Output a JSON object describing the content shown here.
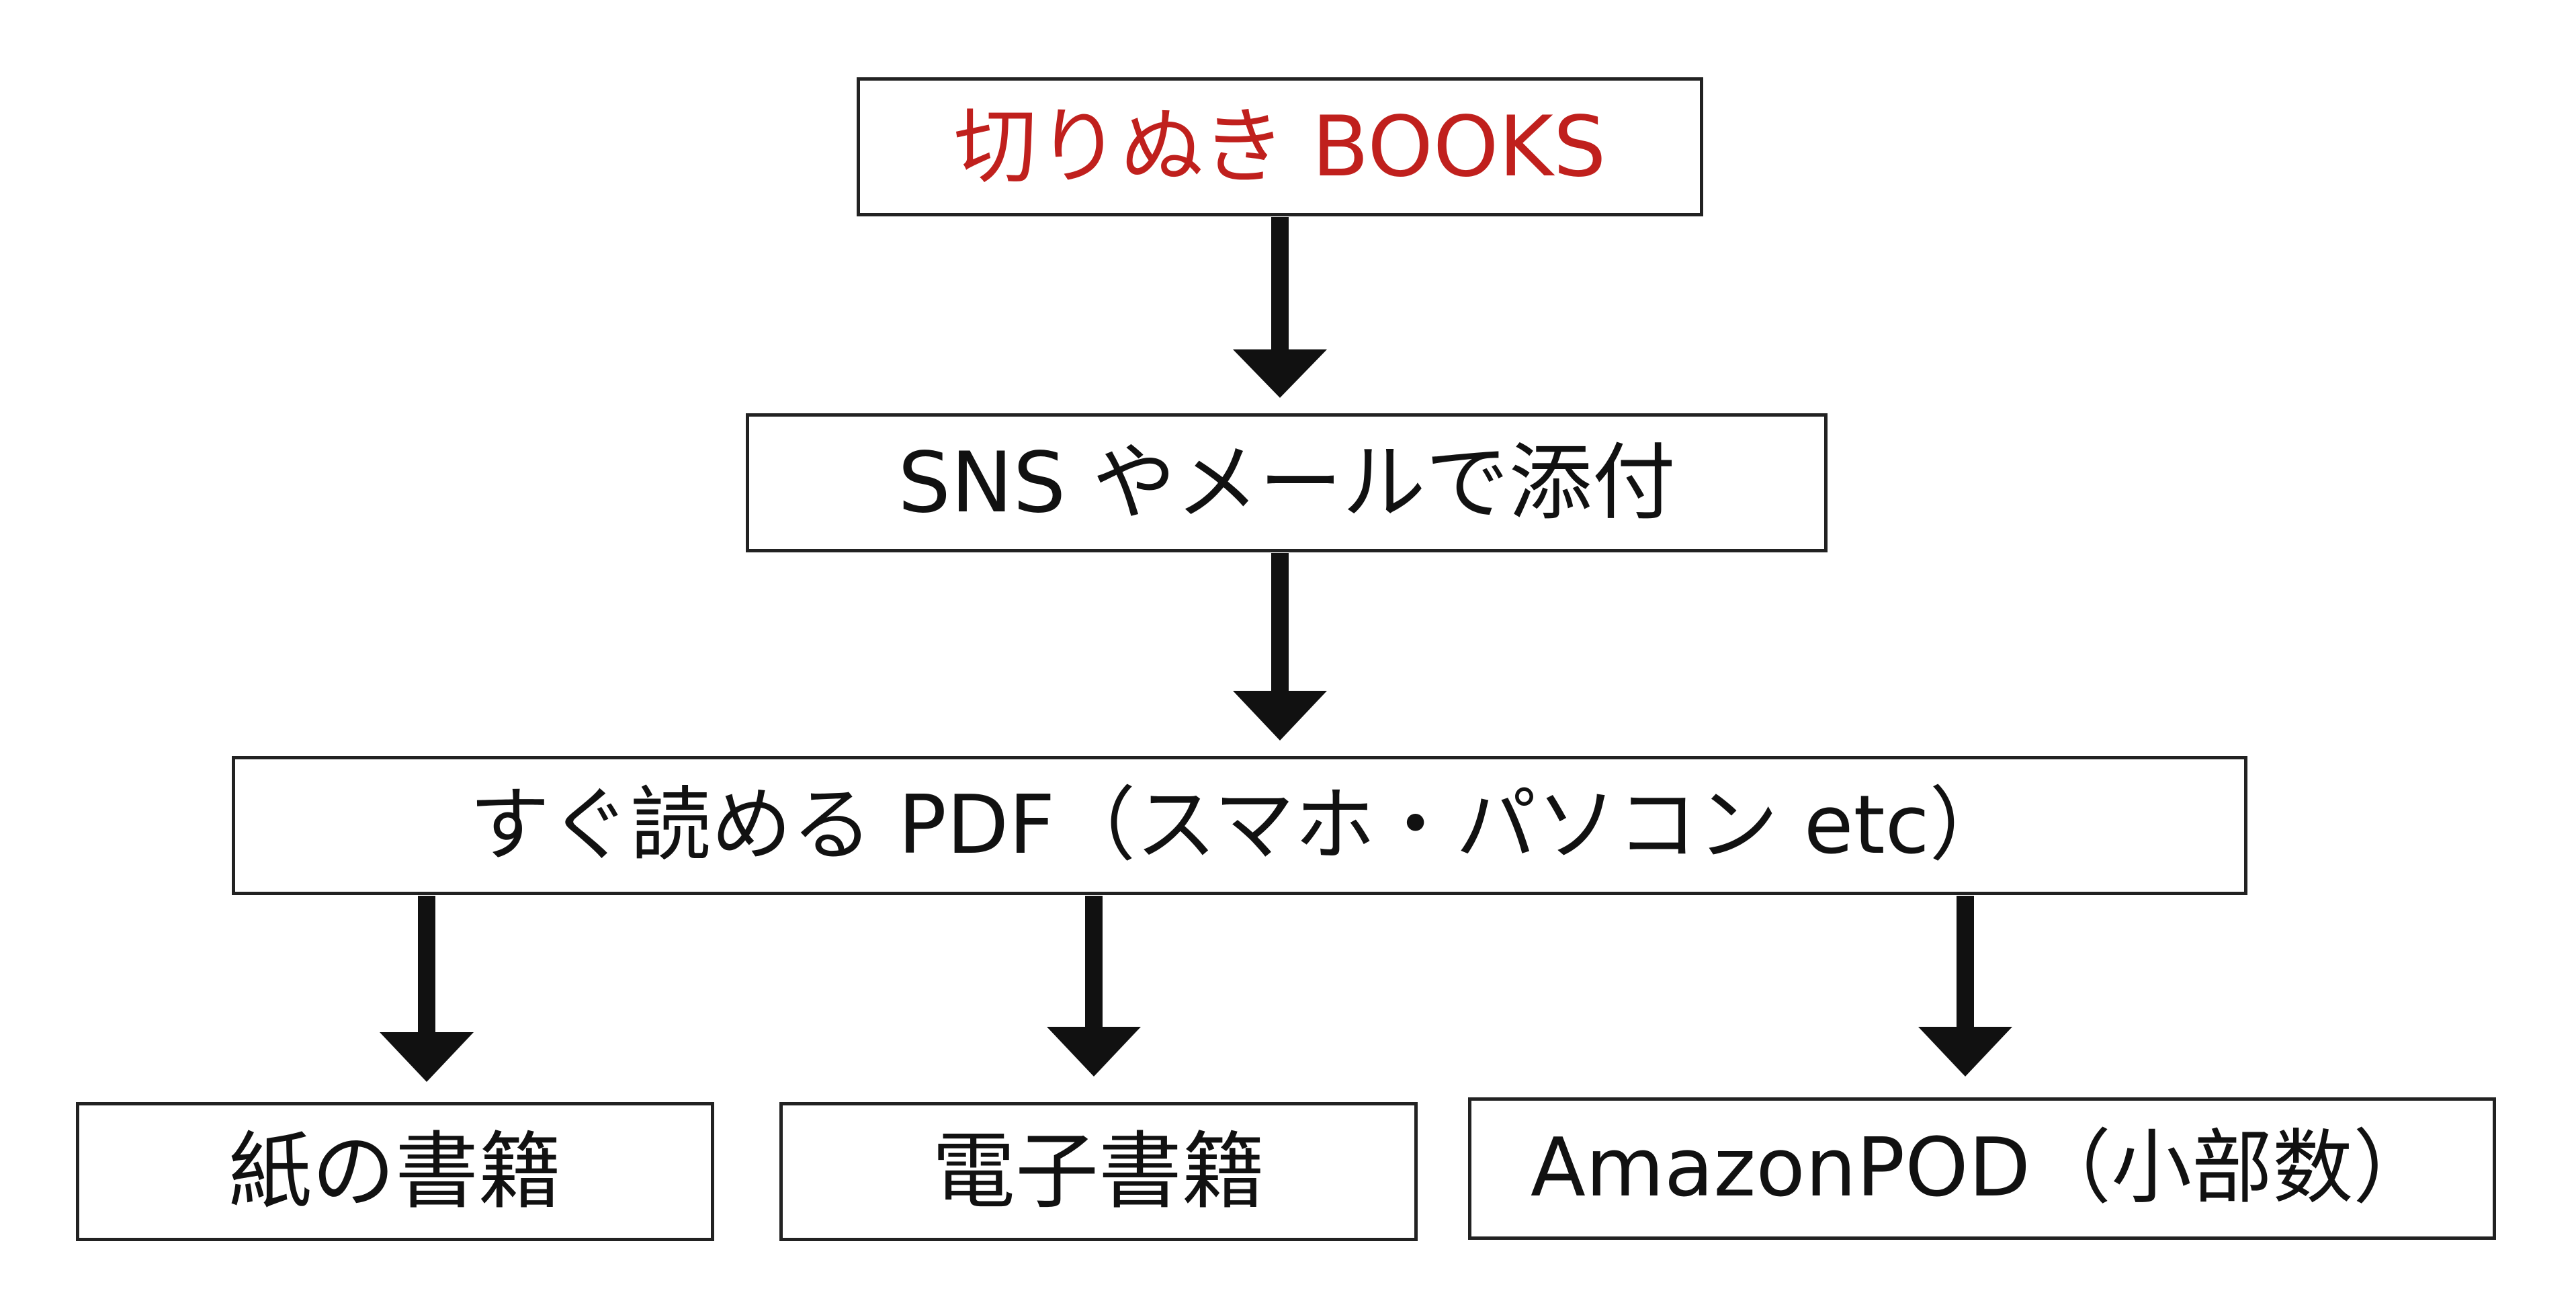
{
  "colors": {
    "accent": "#c0201d",
    "stroke": "#111111"
  },
  "nodes": {
    "top": "切りぬき BOOKS",
    "sns": "SNS やメールで添付",
    "pdf": "すぐ読める PDF（スマホ・パソコン etc）",
    "paper": "紙の書籍",
    "ebook": "電子書籍",
    "pod": "AmazonPOD（小部数）"
  },
  "edges": [
    {
      "from": "top",
      "to": "sns"
    },
    {
      "from": "sns",
      "to": "pdf"
    },
    {
      "from": "pdf",
      "to": "paper"
    },
    {
      "from": "pdf",
      "to": "ebook"
    },
    {
      "from": "pdf",
      "to": "pod"
    }
  ]
}
